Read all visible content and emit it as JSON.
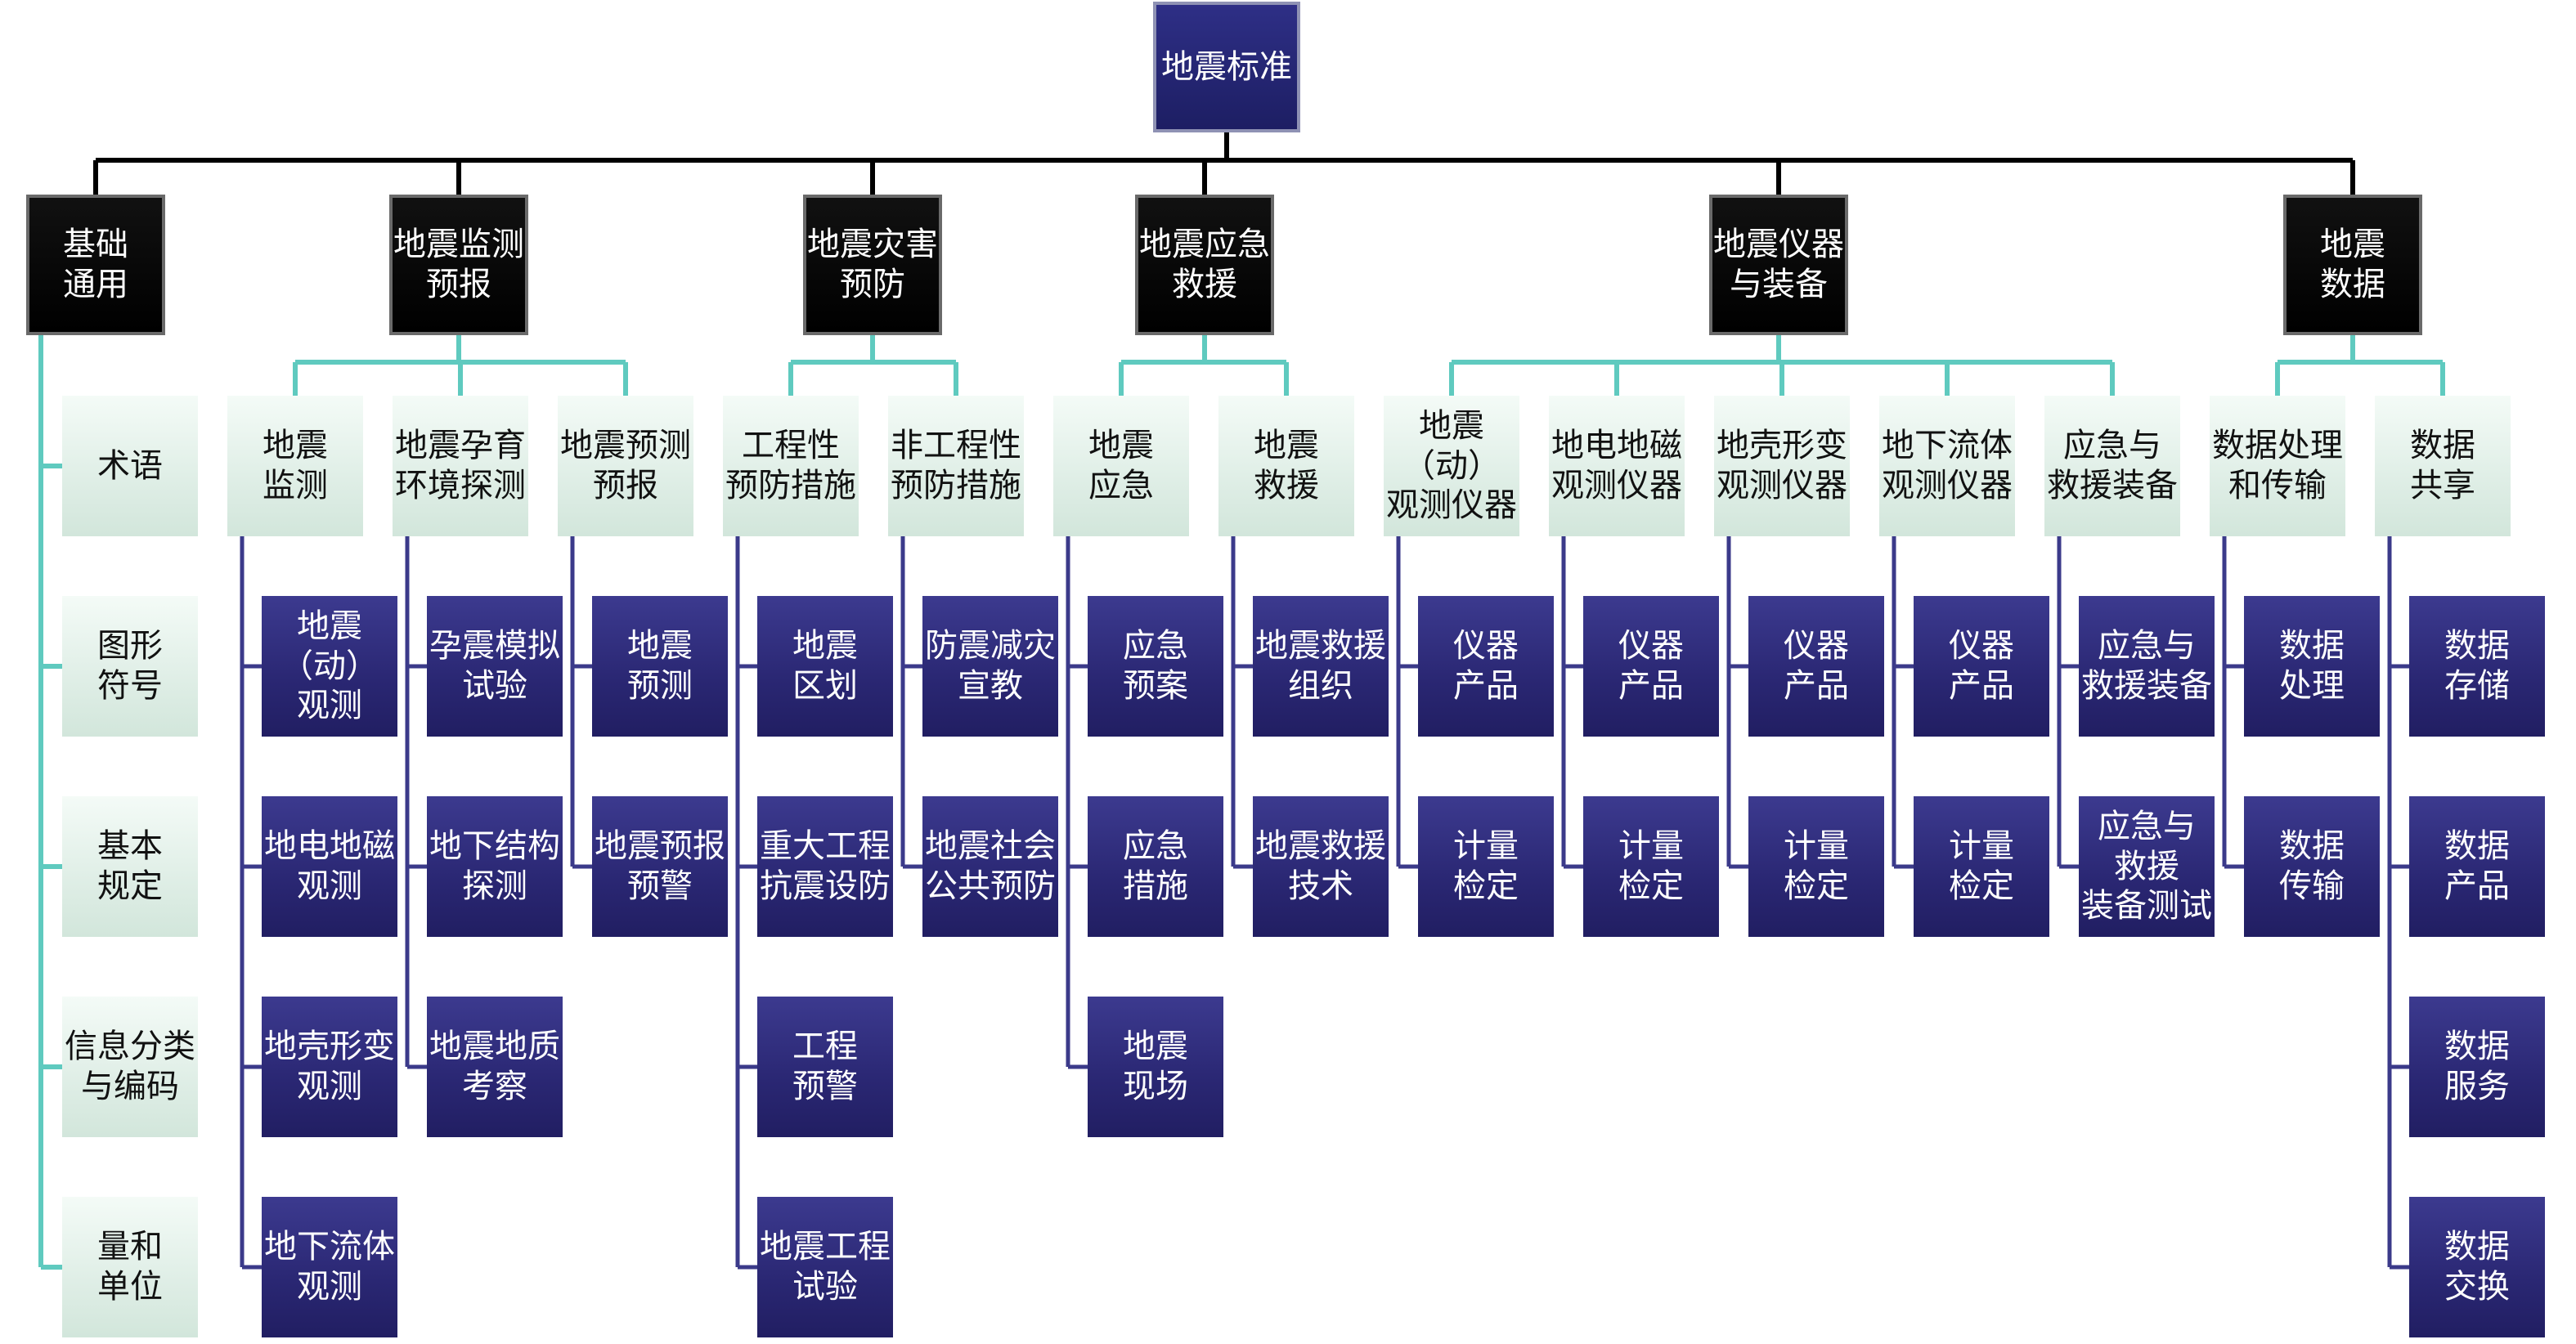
{
  "root": {
    "label": "地震标准"
  },
  "colors": {
    "root_fill": "#2a2a7a",
    "category_fill": "#000000",
    "subcategory_fill": "#dcece4",
    "leaf_fill": "#2b2876",
    "category_line": "#000000",
    "tree_line": "#5fcabf"
  },
  "categories": [
    {
      "label": "基础\n通用",
      "subcategories": [],
      "items": [
        "术语",
        "图形\n符号",
        "基本\n规定",
        "信息分类\n与编码",
        "量和\n单位"
      ]
    },
    {
      "label": "地震监测\n预报",
      "subcategories": [
        {
          "label": "地震\n监测",
          "items": [
            "地震（动）\n观测",
            "地电地磁\n观测",
            "地壳形变\n观测",
            "地下流体\n观测"
          ]
        },
        {
          "label": "地震孕育\n环境探测",
          "items": [
            "孕震模拟\n试验",
            "地下结构\n探测",
            "地震地质\n考察"
          ]
        },
        {
          "label": "地震预测\n预报",
          "items": [
            "地震\n预测",
            "地震预报\n预警"
          ]
        }
      ]
    },
    {
      "label": "地震灾害\n预防",
      "subcategories": [
        {
          "label": "工程性\n预防措施",
          "items": [
            "地震\n区划",
            "重大工程\n抗震设防",
            "工程\n预警",
            "地震工程\n试验"
          ]
        },
        {
          "label": "非工程性\n预防措施",
          "items": [
            "防震减灾\n宣教",
            "地震社会\n公共预防"
          ]
        }
      ]
    },
    {
      "label": "地震应急\n救援",
      "subcategories": [
        {
          "label": "地震\n应急",
          "items": [
            "应急\n预案",
            "应急\n措施",
            "地震\n现场"
          ]
        },
        {
          "label": "地震\n救援",
          "items": [
            "地震救援\n组织",
            "地震救援\n技术"
          ]
        }
      ]
    },
    {
      "label": "地震仪器\n与装备",
      "subcategories": [
        {
          "label": "地震（动）\n观测仪器",
          "items": [
            "仪器\n产品",
            "计量\n检定"
          ]
        },
        {
          "label": "地电地磁\n观测仪器",
          "items": [
            "仪器\n产品",
            "计量\n检定"
          ]
        },
        {
          "label": "地壳形变\n观测仪器",
          "items": [
            "仪器\n产品",
            "计量\n检定"
          ]
        },
        {
          "label": "地下流体\n观测仪器",
          "items": [
            "仪器\n产品",
            "计量\n检定"
          ]
        },
        {
          "label": "应急与\n救援装备",
          "items": [
            "应急与\n救援装备",
            "应急与\n救援\n装备测试"
          ]
        }
      ]
    },
    {
      "label": "地震\n数据",
      "subcategories": [
        {
          "label": "数据处理\n和传输",
          "items": [
            "数据\n处理",
            "数据\n传输"
          ]
        },
        {
          "label": "数据\n共享",
          "items": [
            "数据\n存储",
            "数据\n产品",
            "数据\n服务",
            "数据\n交换"
          ]
        }
      ]
    }
  ]
}
